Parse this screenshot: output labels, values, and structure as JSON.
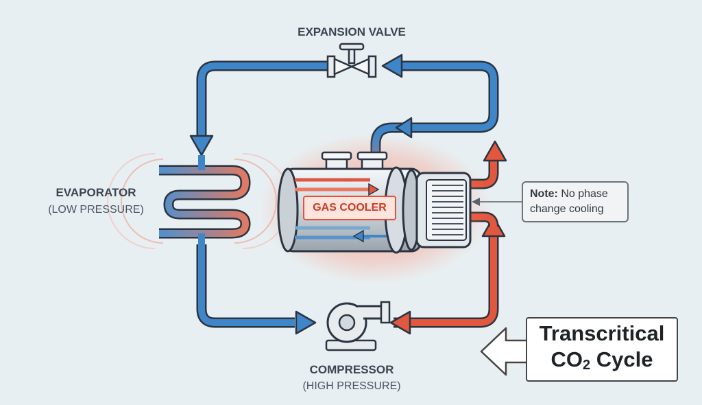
{
  "labels": {
    "expansion_valve": "EXPANSION VALVE",
    "evaporator": "EVAPORATOR",
    "evaporator_sub": "(LOW PRESSURE)",
    "compressor": "COMPRESSOR",
    "compressor_sub": "(HIGH PRESSURE)",
    "gas_cooler": "GAS COOLER"
  },
  "note": {
    "bold": "Note:",
    "text1": " No phase",
    "text2": "change cooling"
  },
  "title": {
    "line1": "Transcritical",
    "line2_prefix": "CO",
    "line2_sub": "2",
    "line2_suffix": " Cycle"
  },
  "colors": {
    "cold_pipe": "#3f86c8",
    "hot_pipe": "#e2583e",
    "outline": "#2b3440",
    "background": "#e8eff2"
  }
}
